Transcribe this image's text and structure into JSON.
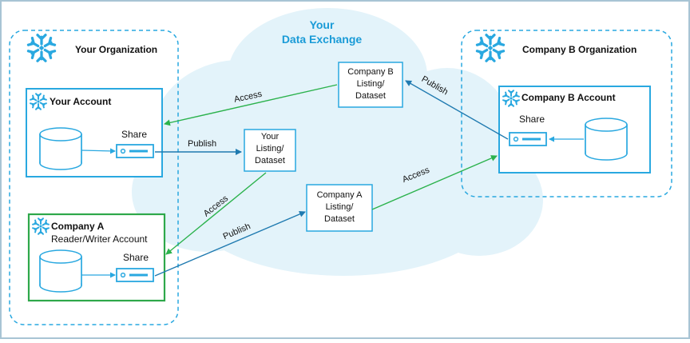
{
  "colors": {
    "cloud": "#e3f3fa",
    "dashed": "#29a8e0",
    "box_blue": "#29a8e0",
    "box_green": "#2ea84a",
    "arrow_blue": "#1f7ab0",
    "arrow_green": "#2bb24c",
    "title_blue": "#1a9bd7",
    "frame": "#a8c4d4",
    "text": "#111111"
  },
  "exchange": {
    "line1": "Your",
    "line2": "Data Exchange"
  },
  "your_org": {
    "title": "Your Organization"
  },
  "company_b_org": {
    "title": "Company B Organization"
  },
  "your_account": {
    "title": "Your Account",
    "share_label": "Share"
  },
  "company_a_account": {
    "title_line1": "Company A",
    "title_line2": "Reader/Writer Account",
    "share_label": "Share"
  },
  "company_b_account": {
    "title": "Company B Account",
    "share_label": "Share"
  },
  "listings": {
    "your": [
      "Your",
      "Listing/",
      "Dataset"
    ],
    "company_a": [
      "Company A",
      "Listing/",
      "Dataset"
    ],
    "company_b": [
      "Company B",
      "Listing/",
      "Dataset"
    ]
  },
  "edge_labels": {
    "publish_your": "Publish",
    "publish_a": "Publish",
    "publish_b": "Publish",
    "access_b_to_your": "Access",
    "access_your_to_a": "Access",
    "access_a_to_b": "Access"
  },
  "icons": [
    "snowflake-icon",
    "database-icon",
    "share-icon"
  ]
}
